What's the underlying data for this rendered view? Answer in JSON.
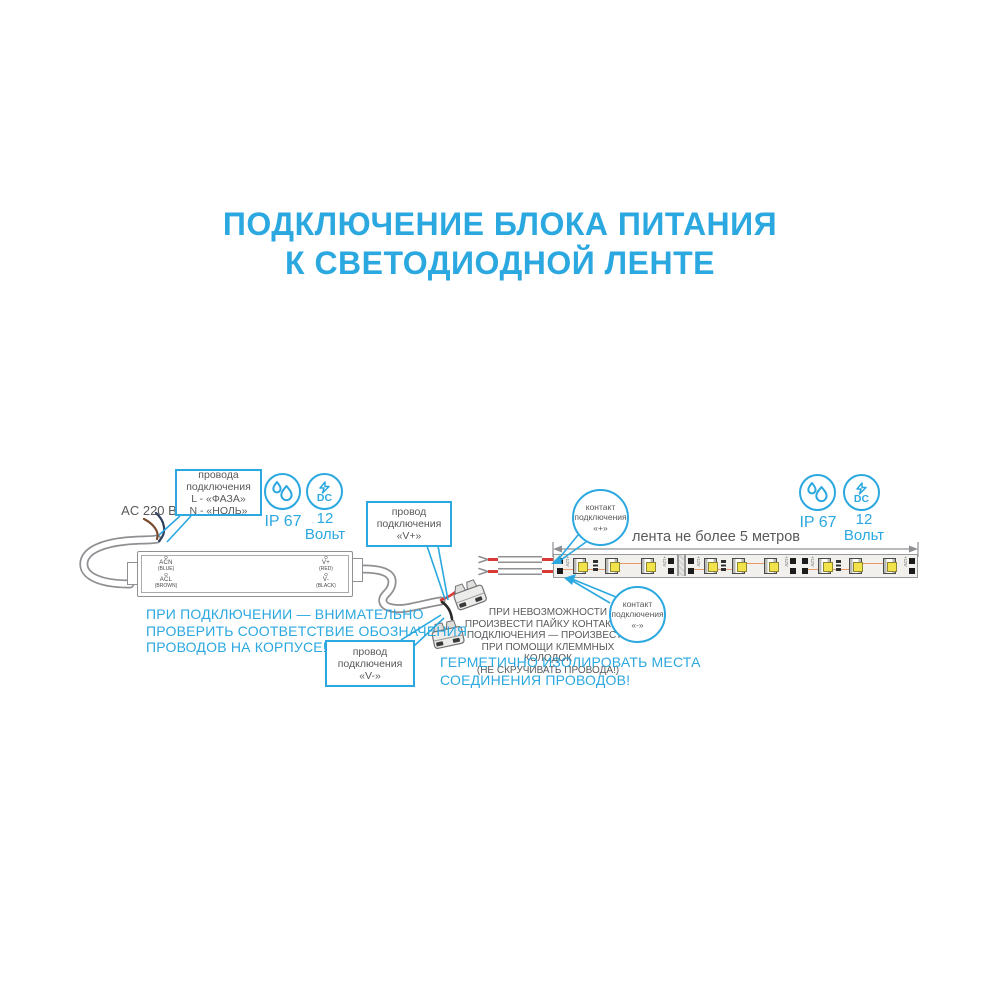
{
  "title": {
    "line1": "ПОДКЛЮЧЕНИЕ БЛОКА ПИТАНИЯ",
    "line2": "К СВЕТОДИОДНОЙ ЛЕНТЕ"
  },
  "colors": {
    "accent": "#2BA8E0",
    "text_gray": "#58595B",
    "line_gray": "#8E9093",
    "wire_red": "#D93A35",
    "wire_brown": "#7A4A2E",
    "wire_dark": "#30405C",
    "trace_orange": "#E89A6B",
    "led_yellow": "#F2E34B"
  },
  "power_input": {
    "ac_label": "AC 220 В",
    "callout_lines": [
      "провода",
      "подключения",
      "L - «ФАЗА»",
      "N - «НОЛЬ»"
    ]
  },
  "badges_left": {
    "ip_label": "IP 67",
    "volt_line1": "12",
    "volt_line2": "Вольт",
    "dc_label": "DC",
    "ip_icon": "water-drops-icon",
    "dc_icon": "lightning-bolt-icon"
  },
  "badges_right": {
    "ip_label": "IP 67",
    "volt_line1": "12",
    "volt_line2": "Вольт",
    "dc_label": "DC",
    "ip_icon": "water-drops-icon",
    "dc_icon": "lightning-bolt-icon"
  },
  "psu": {
    "terminals_left": [
      {
        "pin": "O",
        "name": "ACN",
        "color": "(BLUE)"
      },
      {
        "pin": "O",
        "name": "ACL",
        "color": "(BROWN)"
      }
    ],
    "terminals_right": [
      {
        "pin": "O",
        "name": "V+",
        "color": "(RED)"
      },
      {
        "pin": "O",
        "name": "V-",
        "color": "(BLACK)"
      }
    ]
  },
  "callout_vplus_lines": [
    "провод",
    "подключения",
    "«V+»"
  ],
  "callout_vminus_lines": [
    "провод",
    "подключения",
    "«V-»"
  ],
  "warning_psu_lines": [
    "ПРИ ПОДКЛЮЧЕНИИ — ВНИМАТЕЛЬНО",
    "ПРОВЕРИТЬ СООТВЕТСТВИЕ ОБОЗНАЧЕНИЯ",
    "ПРОВОДОВ НА КОРПУСЕ!"
  ],
  "note_clamps_lines": [
    "ПРИ НЕВОЗМОЖНОСТИ",
    "ПРОИЗВЕСТИ ПАЙКУ КОНТАКТОВ",
    "ПОДКЛЮЧЕНИЯ — ПРОИЗВЕСТИ",
    "ПРИ ПОМОЩИ КЛЕММНЫХ КОЛОДОК",
    "(НЕ СКРУЧИВАТЬ ПРОВОДА!)"
  ],
  "warning_seal_lines": [
    "ГЕРМЕТИЧНО ИЗОЛИРОВАТЬ МЕСТА",
    "СОЕДИНЕНИЯ ПРОВОДОВ!"
  ],
  "strip": {
    "length_label": "лента не более 5 метров",
    "callout_plus_lines": [
      "контакт",
      "подключения",
      "«+»"
    ],
    "callout_minus_lines": [
      "контакт",
      "подключения",
      "«-»"
    ],
    "pad_label": "+12V",
    "segments": [
      {
        "leds": 3,
        "resistors": 1
      },
      {
        "leds": 3,
        "resistors": 1
      },
      {
        "leds": 3,
        "resistors": 1
      }
    ]
  }
}
